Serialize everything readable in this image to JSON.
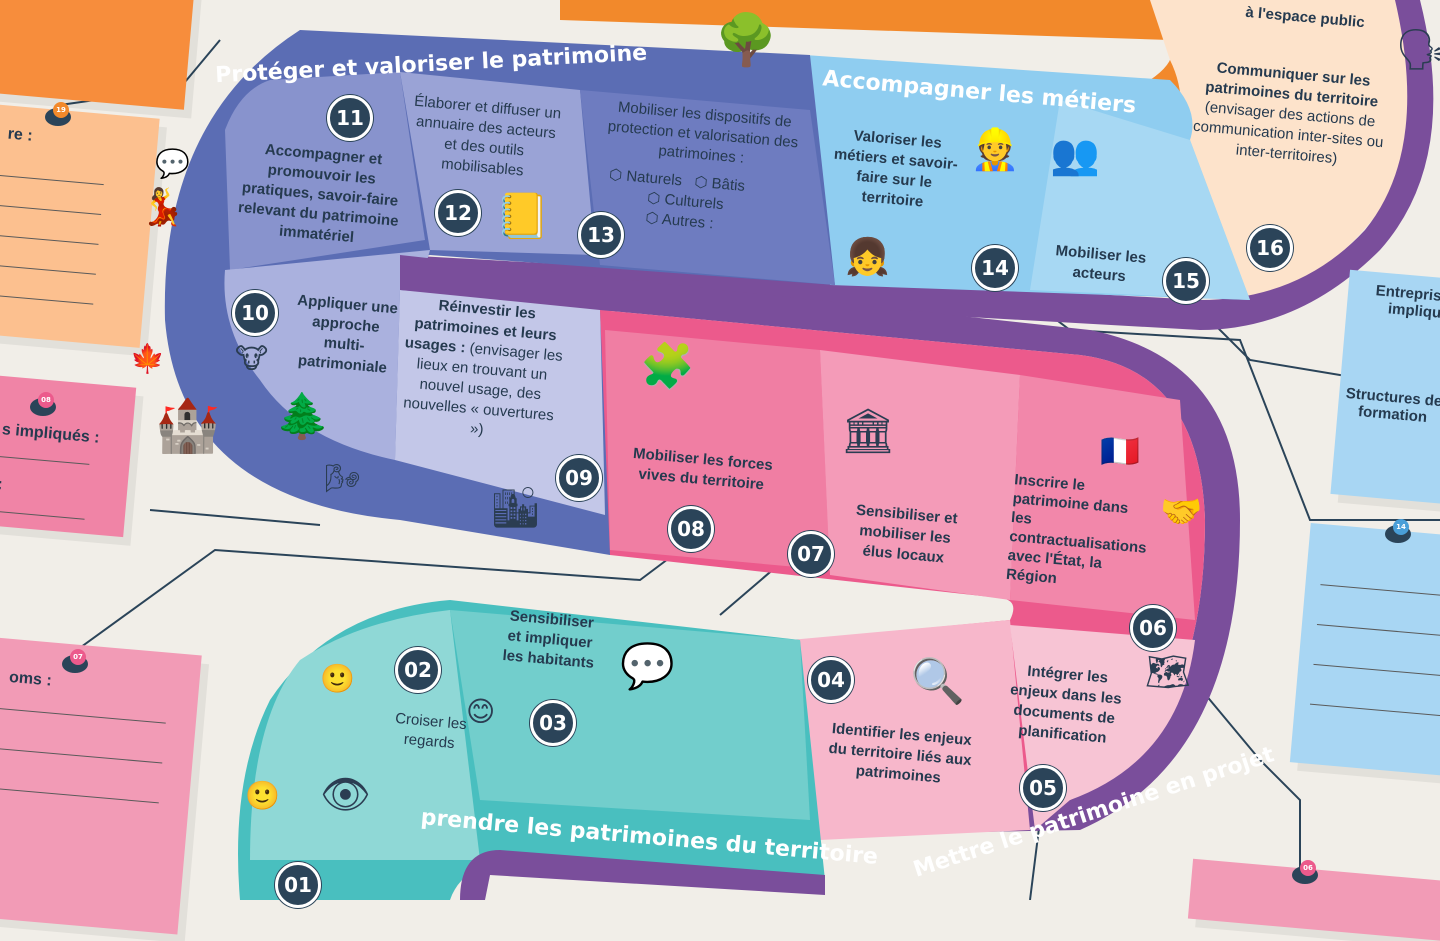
{
  "sections": {
    "proteger": "Protéger et valoriser le patrimoine",
    "accompagner": "Accompagner les métiers",
    "projet": "Mettre le patrimoine en projet",
    "comprendre": "prendre les patrimoines du territoire"
  },
  "steps": [
    {
      "num": "01",
      "text": ""
    },
    {
      "num": "02",
      "text": "Croiser les regards"
    },
    {
      "num": "03",
      "text": "Sensibiliser et impliquer les habitants"
    },
    {
      "num": "04",
      "text": "Identifier les enjeux du territoire liés aux patrimoines"
    },
    {
      "num": "05",
      "text": "Intégrer les enjeux dans les documents de planification"
    },
    {
      "num": "06",
      "text": "Inscrire le patrimoine dans les contractualisations avec l'État, la Région"
    },
    {
      "num": "07",
      "text": "Sensibiliser et mobiliser les élus locaux"
    },
    {
      "num": "08",
      "text": "Mobiliser les forces vives du territoire"
    },
    {
      "num": "09",
      "text_bold": "Réinvestir les patrimoines et leurs usages :",
      "text": "(envisager les lieux en trouvant un nouvel usage, des nouvelles « ouvertures »)"
    },
    {
      "num": "10",
      "text": "Appliquer une approche multi-patrimoniale"
    },
    {
      "num": "11",
      "text": "Accompagner et promouvoir les pratiques, savoir-faire relevant du patrimoine immatériel"
    },
    {
      "num": "12",
      "text": "Élaborer et diffuser un annuaire des acteurs et des outils mobilisables"
    },
    {
      "num": "13",
      "text_bold": "Mobiliser les dispositifs de protection et valorisation des patrimoines :",
      "options": [
        "Naturels",
        "Bâtis",
        "Culturels",
        "Autres :"
      ]
    },
    {
      "num": "14",
      "text": "Valoriser les métiers et savoir-faire sur le territoire"
    },
    {
      "num": "15",
      "text": "Mobiliser les acteurs"
    },
    {
      "num": "16",
      "text_bold": "Communiquer sur les patrimoines du territoire",
      "text": "(envisager des actions de communication inter-sites ou inter-territoires)"
    }
  ],
  "top_fragment": "à l'espace public",
  "notes": {
    "left_19": {
      "pin": "19",
      "label": "re :"
    },
    "left_08": {
      "pin": "08",
      "label": "s impliqués :",
      "label2": ":"
    },
    "left_07": {
      "pin": "07",
      "label": "oms :"
    },
    "right_15": {
      "label": "Entreprises à impliquer",
      "label2": "Structures de formation"
    },
    "right_14": {
      "pin": "14"
    },
    "right_06": {
      "pin": "06"
    }
  },
  "colors": {
    "background": "#f1eee8",
    "proteger": "#5b6db4",
    "accompagner": "#8fcdf0",
    "projet": "#ec5a8c",
    "comprendre": "#49bfbf",
    "communiquer": "#fde3cb",
    "track": "#7a4e9b",
    "orange": "#f2892b"
  }
}
